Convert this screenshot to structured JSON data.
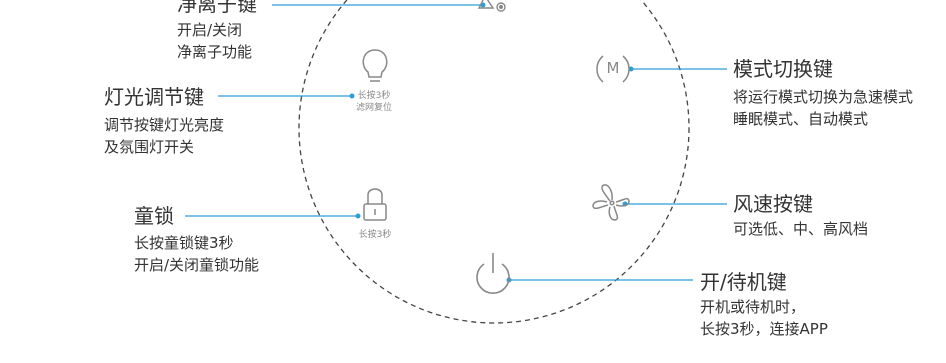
{
  "colors": {
    "line": "#2b9fd6",
    "dot": "#2b9fd6",
    "icon": "#888888",
    "text": "#333333",
    "hint": "#8a8a8a",
    "circle": "#444444"
  },
  "callouts": {
    "ionizer": {
      "title": "净离子键",
      "desc1": "开启/关闭",
      "desc2": "净离子功能",
      "icon": "ionizer-icon"
    },
    "light": {
      "title": "灯光调节键",
      "desc1": "调节按键灯光亮度",
      "desc2": "及氛围灯开关",
      "hint1": "长按3秒",
      "hint2": "滤网复位",
      "icon": "lightbulb-icon"
    },
    "lock": {
      "title": "童锁",
      "desc1": "长按童锁键3秒",
      "desc2": "开启/关闭童锁功能",
      "hint1": "长按3秒",
      "icon": "lock-icon"
    },
    "mode": {
      "title": "模式切换键",
      "desc1": "将运行模式切换为急速模式",
      "desc2": "睡眠模式、自动模式",
      "icon_letter": "M",
      "icon": "mode-icon"
    },
    "fan": {
      "title": "风速按键",
      "desc1": "可选低、中、高风档",
      "icon": "fan-icon"
    },
    "power": {
      "title": "开/待机键",
      "desc1": "开机或待机时，",
      "desc2": "长按3秒，连接APP",
      "icon": "power-icon"
    }
  }
}
